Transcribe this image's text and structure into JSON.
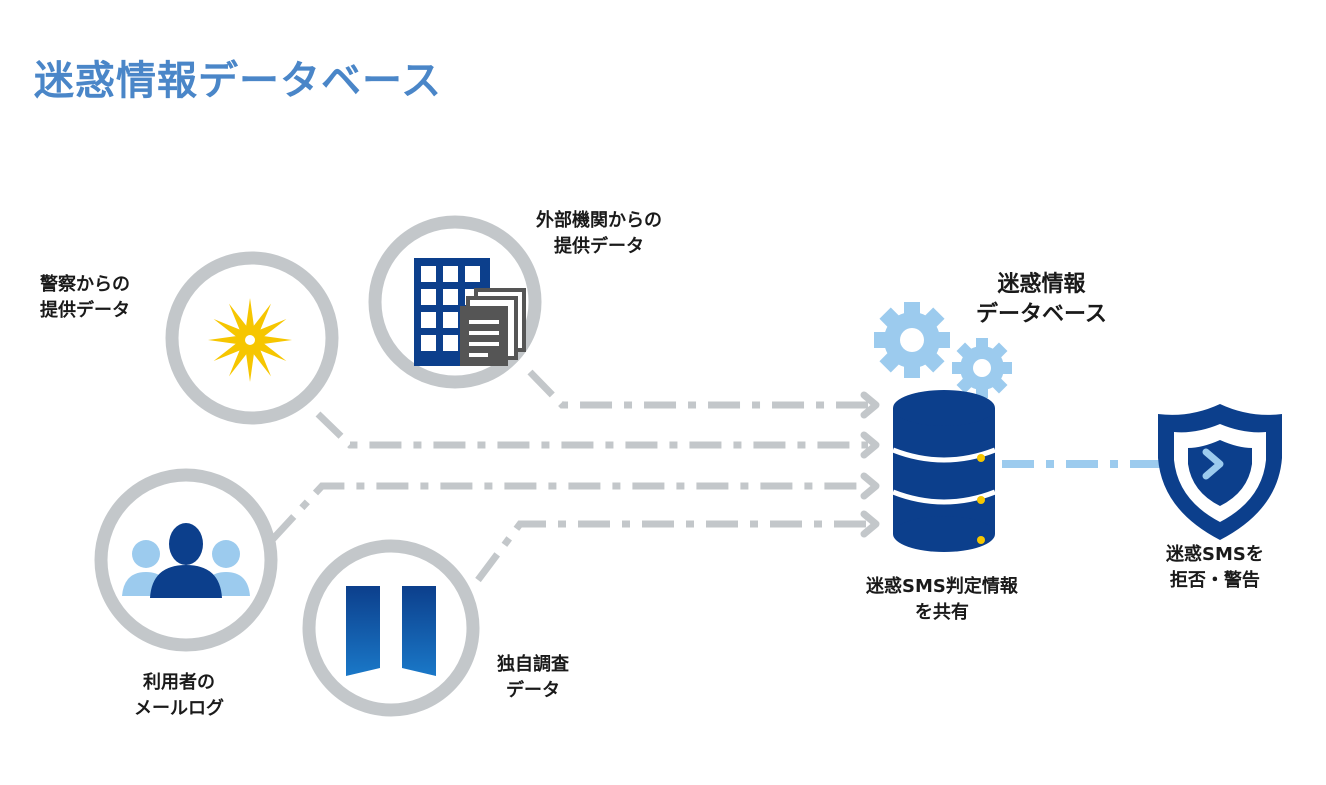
{
  "title": "迷惑情報データベース",
  "sources": {
    "police": {
      "line1": "警察からの",
      "line2": "提供データ"
    },
    "external": {
      "line1": "外部機関からの",
      "line2": "提供データ"
    },
    "user": {
      "line1": "利用者の",
      "line2": "メールログ"
    },
    "own": {
      "line1": "独自調査",
      "line2": "データ"
    }
  },
  "database": {
    "line1": "迷惑情報",
    "line2": "データベース",
    "share_line1": "迷惑SMS判定情報",
    "share_line2": "を共有"
  },
  "shield": {
    "line1": "迷惑SMSを",
    "line2": "拒否・警告"
  },
  "colors": {
    "title": "#4a86c8",
    "navy": "#0c3f8c",
    "light_blue": "#9ccbee",
    "gold": "#f6c600",
    "gray": "#c3c7ca",
    "dark_gray": "#555555"
  }
}
